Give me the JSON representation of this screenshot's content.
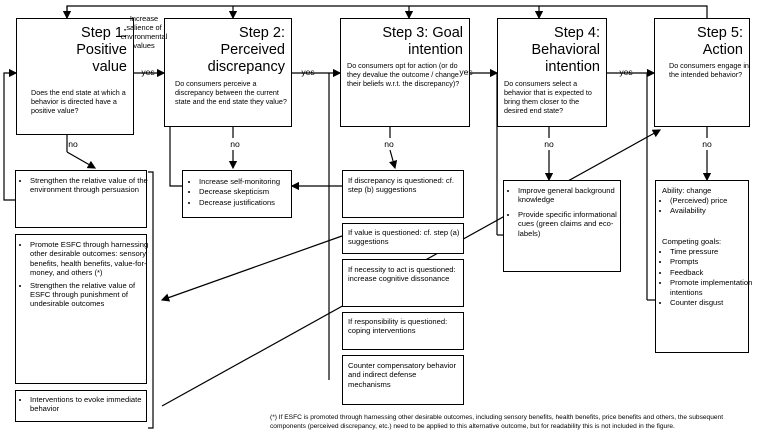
{
  "steps": [
    {
      "title": "Step 1:\nPositive\nvalue",
      "question": "Does the end state at which a behavior is directed have a positive value?"
    },
    {
      "title": "Step 2:\nPerceived\ndiscrepancy",
      "question": "Do consumers perceive a discrepancy between the current state and the end state they value?"
    },
    {
      "title": "Step 3: Goal\nintention",
      "question": "Do consumers opt for action (or do they devalue the outcome / change their beliefs w.r.t. the discrepancy)?"
    },
    {
      "title": "Step 4:\nBehavioral\nintention",
      "question": "Do consumers select a behavior that is expected to bring them closer to the desired end state?"
    },
    {
      "title": "Step 5:\nAction",
      "question": "Do consumers engage in the intended behavior?"
    }
  ],
  "labels": {
    "yes": "yes",
    "no": "no",
    "salience": "Increase salience of environmental values"
  },
  "step1_interventions": {
    "persuasion": "Strengthen the relative value of the environment through persuasion",
    "promote": "Promote ESFC through harnessing other desirable outcomes: sensory benefits, health benefits, value-for-money, and others (*)",
    "punish": "Strengthen the relative value of ESFC through punishment of undesirable outcomes",
    "immediate": "Interventions to evoke immediate behavior"
  },
  "step2_interventions": [
    "Increase self-monitoring",
    "Decrease skepticism",
    "Decrease justifications"
  ],
  "step3_interventions": {
    "discrepancy": "If discrepancy is questioned: cf. step (b) suggestions",
    "value": "If value is questioned: cf. step (a) suggestions",
    "necessity": "If necessity to act is questioned: increase cognitive dissonance",
    "responsibility": "If responsibility is questioned: coping interventions",
    "counter": "Counter compensatory behavior and indirect defense mechanisms"
  },
  "step4_interventions": [
    "Improve general background knowledge",
    "Provide specific informational cues (green claims and eco-labels)"
  ],
  "step5_interventions": {
    "ability_heading": "Ability: change",
    "ability_items": [
      "(Perceived) price",
      "Availability"
    ],
    "goals_heading": "Competing goals:",
    "goals_items": [
      "Time pressure",
      "Prompts",
      "Feedback",
      "Promote implementation intentions",
      "Counter disgust"
    ]
  },
  "footnote": "(*) If ESFC is promoted through harnessing other desirable outcomes, including sensory benefits, health benefits, price benefits and others, the subsequent components (perceived discrepancy, etc.) need to be applied to this alternative outcome, but for readability this is not included in the figure."
}
